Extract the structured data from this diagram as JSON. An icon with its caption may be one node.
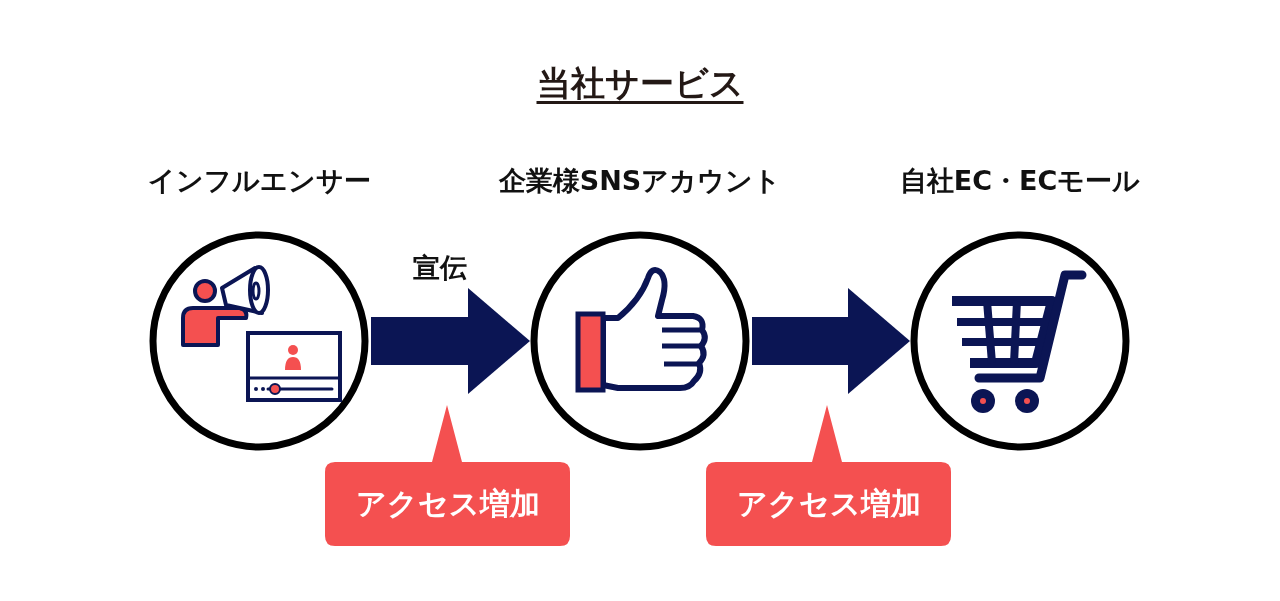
{
  "diagram": {
    "title": "当社サービス",
    "nodes": [
      {
        "text": [
          "インフルエンサー"
        ]
      },
      {
        "text": [
          "企業様SNSアカウント"
        ]
      },
      {
        "text": [
          "自社EC・ECモール"
        ]
      },
      {
        "text": [
          "アクセス増加"
        ]
      },
      {
        "text": [
          "アクセス増加"
        ]
      }
    ],
    "edges": [
      {
        "from": 0,
        "to": 1,
        "arrow": "to",
        "label": "宣伝"
      },
      {
        "from": 1,
        "to": 2,
        "arrow": "to"
      }
    ]
  }
}
